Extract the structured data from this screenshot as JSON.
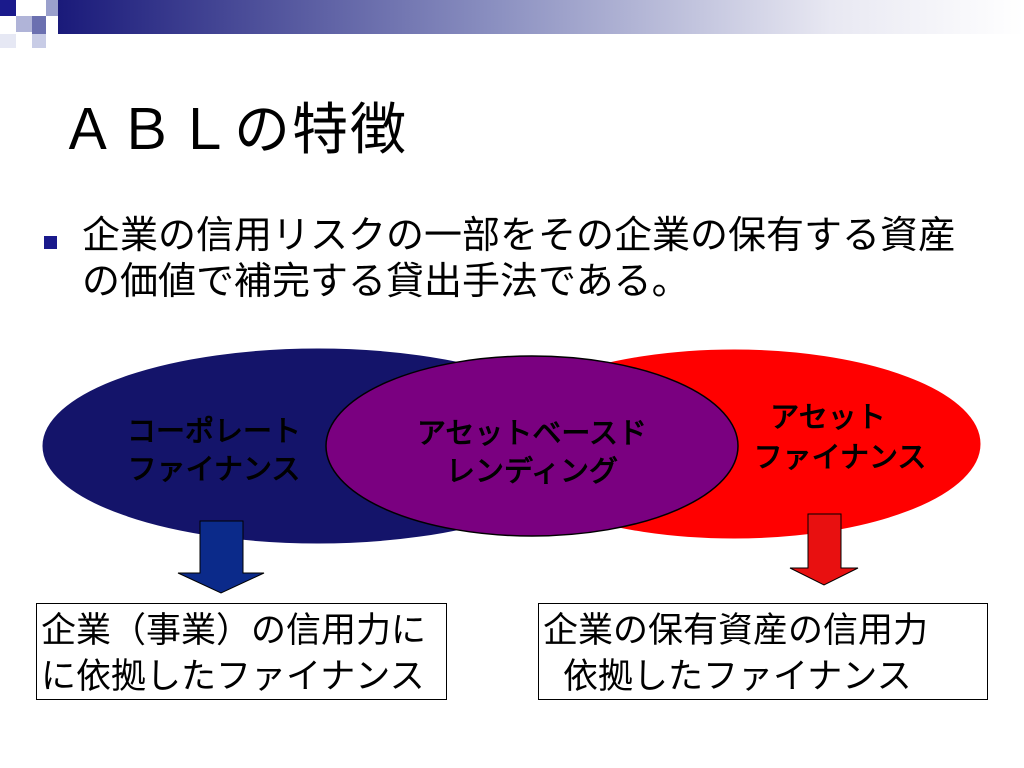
{
  "slide": {
    "title": "ＡＢＬの特徴",
    "body_text": "企業の信用リスクの一部をその企業の保有する資産の価値で補完する貸出手法である。"
  },
  "diagram": {
    "left_ellipse": {
      "line1": "コーポレート",
      "line2": "ファイナンス",
      "color": "#14146a"
    },
    "middle_ellipse": {
      "line1": "アセットベースド",
      "line2": "レンディング",
      "color": "#7a0080"
    },
    "right_ellipse": {
      "line1": "アセット",
      "line2": "ファイナンス",
      "color": "#ff0000"
    },
    "left_arrow_color": "#0b2a8a",
    "right_arrow_color": "#e81010"
  },
  "boxes": {
    "left": {
      "line1": "企業（事業）の信用力に",
      "line2": "に依拠したファイナンス"
    },
    "right": {
      "line1": "企業の保有資産の信用力",
      "line2": "依拠したファイナンス"
    }
  }
}
